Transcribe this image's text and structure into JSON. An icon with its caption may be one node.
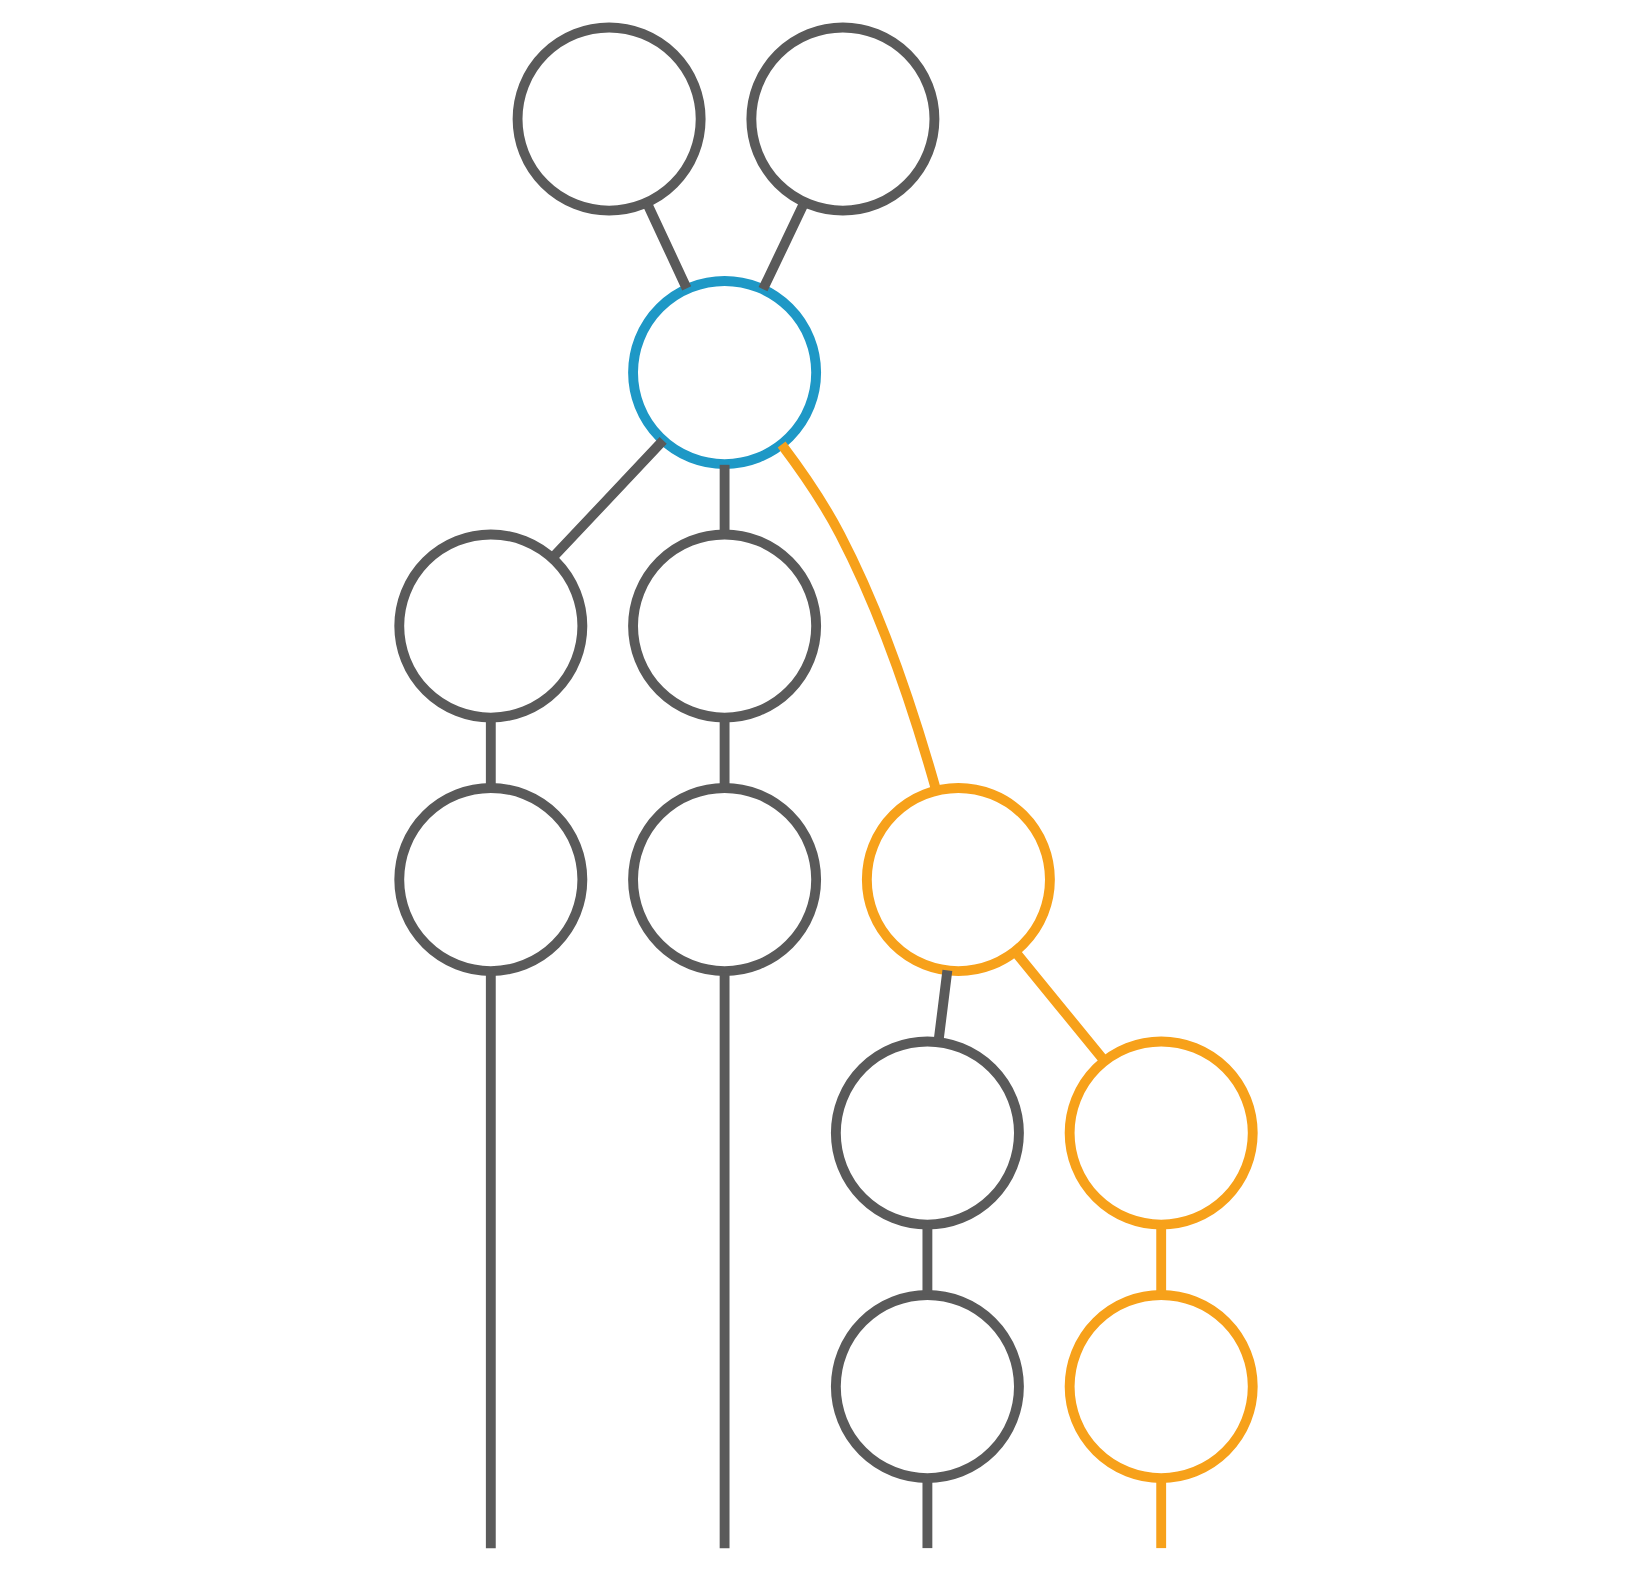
{
  "diagram": {
    "nodes": [
      {
        "text": [],
        "shape": "circle"
      },
      {
        "text": [],
        "shape": "circle"
      },
      {
        "text": [],
        "shape": "circle"
      },
      {
        "text": [],
        "shape": "circle"
      },
      {
        "text": [],
        "shape": "circle"
      },
      {
        "text": [],
        "shape": "circle"
      },
      {
        "text": [],
        "shape": "circle"
      },
      {
        "text": [],
        "shape": "circle"
      },
      {
        "text": [],
        "shape": "circle"
      },
      {
        "text": [],
        "shape": "circle"
      },
      {
        "text": [],
        "shape": "circle"
      },
      {
        "text": [],
        "shape": "circle"
      }
    ],
    "edges": [
      {
        "from": 0,
        "to": 2,
        "arrow": "none"
      },
      {
        "from": 1,
        "to": 2,
        "arrow": "none"
      },
      {
        "from": 2,
        "to": 3,
        "arrow": "none"
      },
      {
        "from": 2,
        "to": 4,
        "arrow": "none"
      },
      {
        "from": 2,
        "to": 7,
        "arrow": "none",
        "color": "#f7a11a"
      },
      {
        "from": 3,
        "to": 5,
        "arrow": "none"
      },
      {
        "from": 4,
        "to": 6,
        "arrow": "none"
      },
      {
        "from": 7,
        "to": 8,
        "arrow": "none"
      },
      {
        "from": 7,
        "to": 9,
        "arrow": "none",
        "color": "#f7a11a"
      },
      {
        "from": 8,
        "to": 10,
        "arrow": "none"
      },
      {
        "from": 9,
        "to": 11,
        "arrow": "none",
        "color": "#f7a11a"
      },
      {
        "from": 5,
        "to": null,
        "arrow": "none"
      },
      {
        "from": 6,
        "to": null,
        "arrow": "none"
      },
      {
        "from": 10,
        "to": null,
        "arrow": "none"
      },
      {
        "from": 11,
        "to": null,
        "arrow": "none",
        "color": "#f7a11a"
      }
    ]
  }
}
